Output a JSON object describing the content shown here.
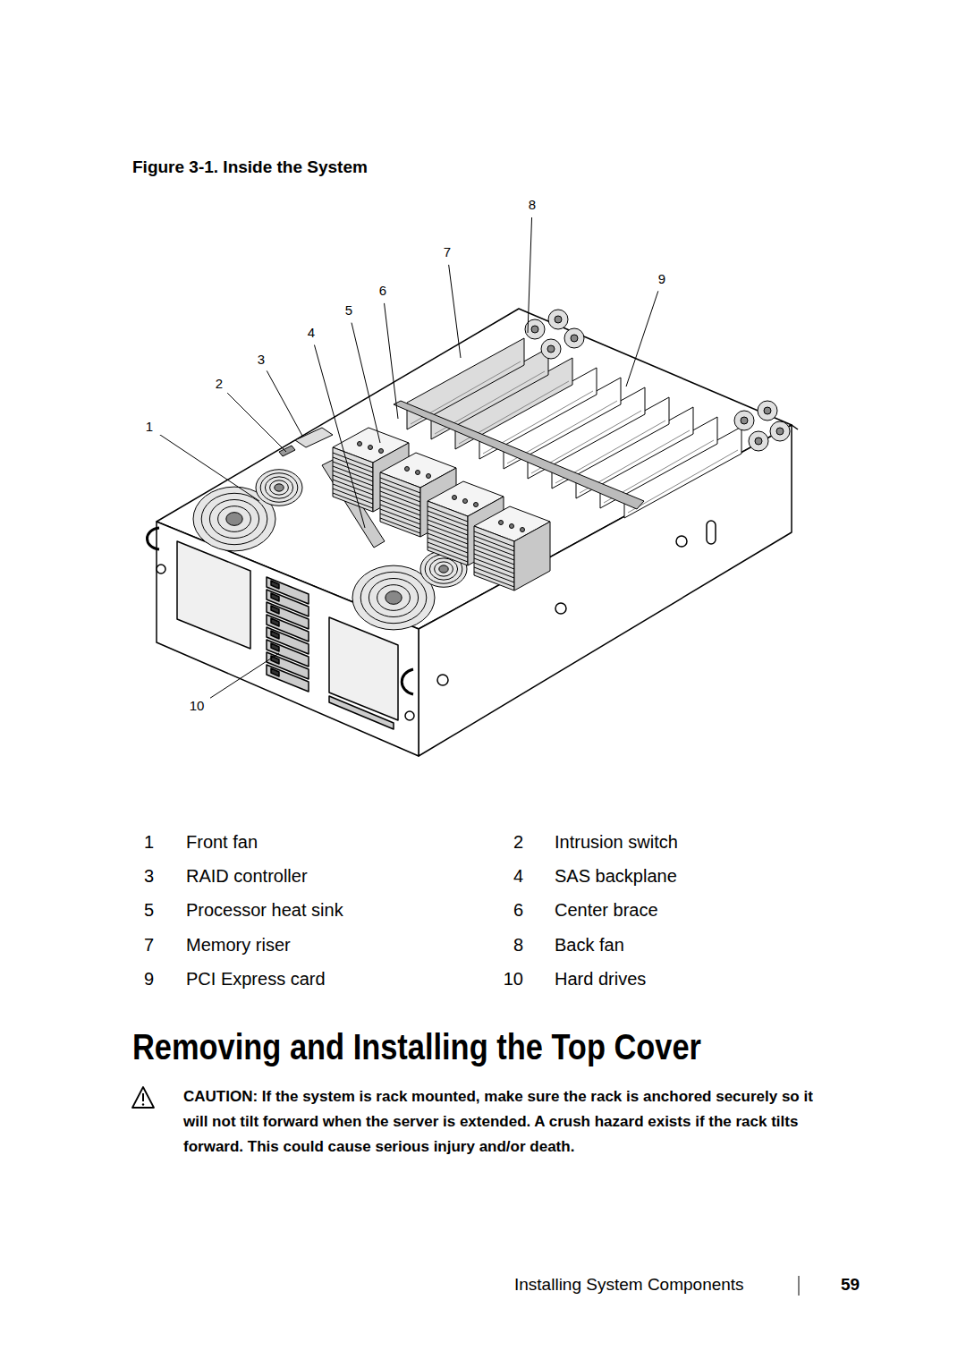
{
  "diagram": {
    "title": "Removing and Installing the Top Cover",
    "caption": "Figure 3-1. Inside the System",
    "labels": [
      "8",
      "7",
      "9",
      "6",
      "5",
      "4",
      "3",
      "2",
      "1",
      "10",
      "1",
      "Front fan",
      "2",
      "Intrusion switch",
      "3",
      "RAID controller",
      "4",
      "SAS backplane",
      "5",
      "Processor heat sink",
      "6",
      "Center brace",
      "7",
      "Memory riser",
      "8",
      "Back fan",
      "9",
      "PCI Express card",
      "10",
      "Hard drives",
      "CAUTION: If the system is rack mounted, make sure the rack is anchored securely so it will not tilt forward when the server is extended. A crush hazard exists if the rack tilts forward. This could cause serious injury and/or death.",
      "Installing System Components",
      "59"
    ]
  }
}
